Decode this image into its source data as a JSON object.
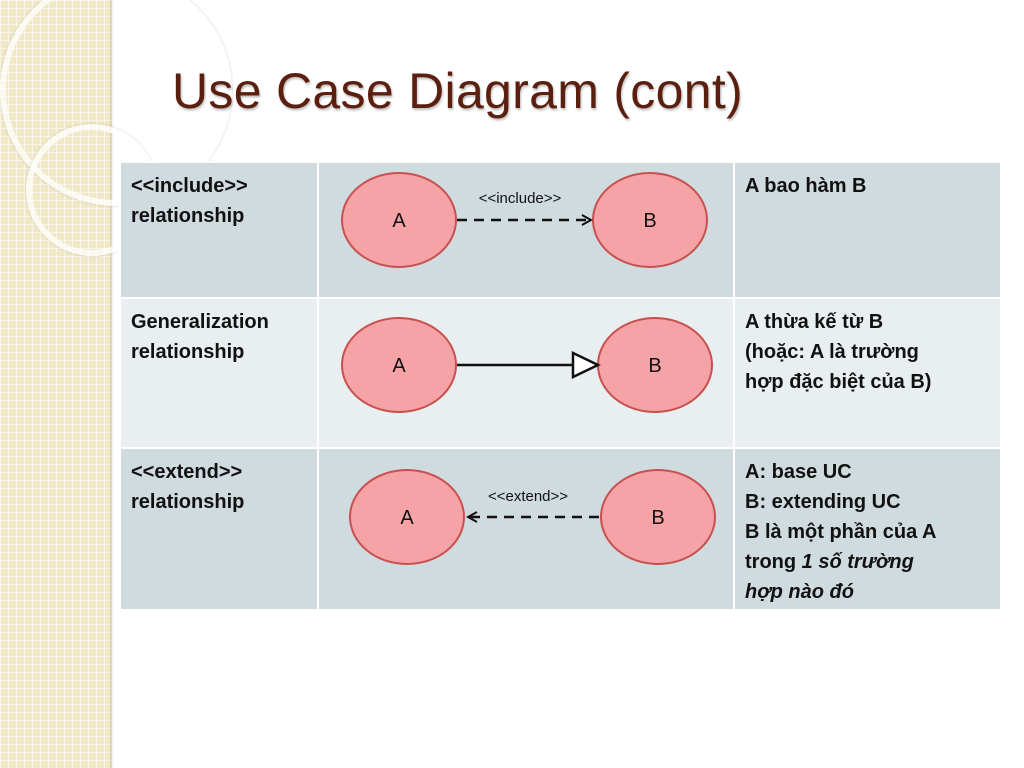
{
  "slide": {
    "title": "Use Case Diagram (cont)"
  },
  "colors": {
    "title": "#5b1f0f",
    "usecase_fill": "#f5a3a6",
    "usecase_stroke": "#c8504f",
    "row_dark": "#d0dbe0",
    "row_light": "#e9eef0"
  },
  "rows": [
    {
      "name_line1": "<<include>>",
      "name_line2": "relationship",
      "diagram": {
        "left": "A",
        "right": "B",
        "label": "<<include>>"
      },
      "description": [
        "A bao hàm B"
      ]
    },
    {
      "name_line1": "Generalization",
      "name_line2": "relationship",
      "diagram": {
        "left": "A",
        "right": "B",
        "label": ""
      },
      "description": [
        "A thừa kế từ B",
        "(hoặc: A là trường",
        "hợp đặc biệt của B)"
      ]
    },
    {
      "name_line1": "<<extend>>",
      "name_line2": "relationship",
      "diagram": {
        "left": "A",
        "right": "B",
        "label": "<<extend>>"
      },
      "description": [
        "A: base UC",
        "B: extending UC",
        "B là một phần của A",
        "trong ",
        "1 số trường",
        "hợp nào đó"
      ]
    }
  ]
}
